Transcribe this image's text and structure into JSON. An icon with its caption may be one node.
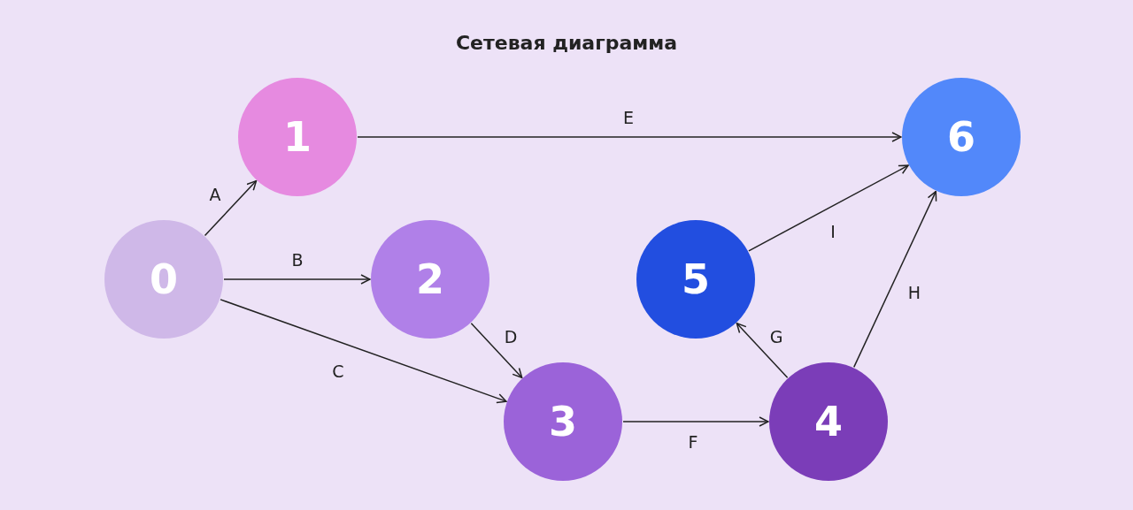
{
  "diagram": {
    "title": "Сетевая диаграмма",
    "nodes": [
      {
        "text": [
          "0"
        ]
      },
      {
        "text": [
          "1"
        ]
      },
      {
        "text": [
          "2"
        ]
      },
      {
        "text": [
          "3"
        ]
      },
      {
        "text": [
          "4"
        ]
      },
      {
        "text": [
          "5"
        ]
      },
      {
        "text": [
          "6"
        ]
      }
    ],
    "edges": [
      {
        "from": 0,
        "to": 1,
        "arrow": "to",
        "label": "A"
      },
      {
        "from": 0,
        "to": 2,
        "arrow": "to",
        "label": "B"
      },
      {
        "from": 0,
        "to": 3,
        "arrow": "to",
        "label": "C"
      },
      {
        "from": 2,
        "to": 3,
        "arrow": "to",
        "label": "D"
      },
      {
        "from": 1,
        "to": 6,
        "arrow": "to",
        "label": "E"
      },
      {
        "from": 3,
        "to": 4,
        "arrow": "to",
        "label": "F"
      },
      {
        "from": 4,
        "to": 5,
        "arrow": "to",
        "label": "G"
      },
      {
        "from": 4,
        "to": 6,
        "arrow": "to",
        "label": "H"
      },
      {
        "from": 5,
        "to": 6,
        "arrow": "to",
        "label": "I"
      }
    ]
  }
}
